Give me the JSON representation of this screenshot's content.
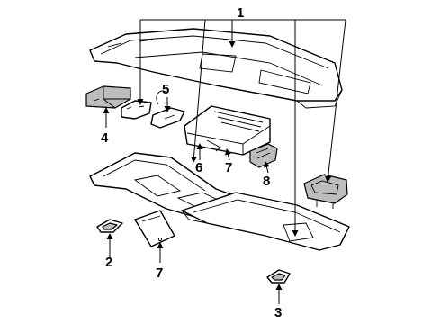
{
  "callouts": [
    {
      "id": "1",
      "text": "1"
    },
    {
      "id": "2",
      "text": "2"
    },
    {
      "id": "3",
      "text": "3"
    },
    {
      "id": "4",
      "text": "4"
    },
    {
      "id": "5",
      "text": "5"
    },
    {
      "id": "6",
      "text": "6"
    },
    {
      "id": "7a",
      "text": "7"
    },
    {
      "id": "7b",
      "text": "7"
    },
    {
      "id": "8",
      "text": "8"
    }
  ]
}
